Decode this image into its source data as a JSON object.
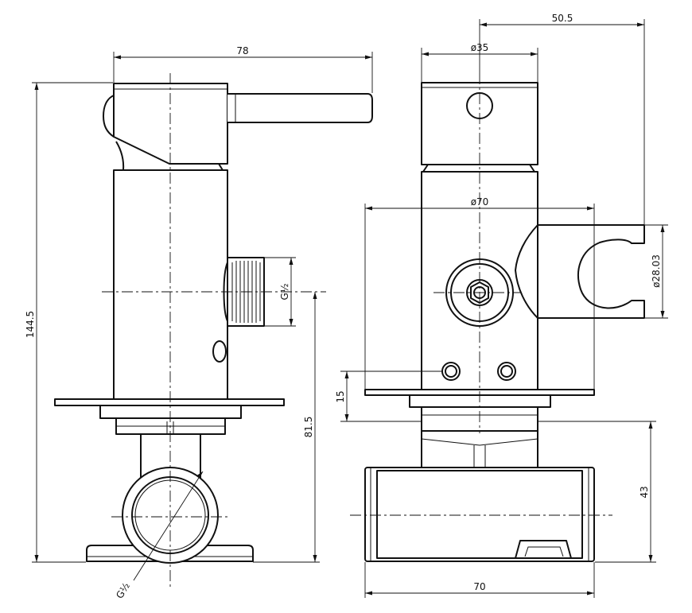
{
  "dimensions": {
    "width_side": "78",
    "height_total": "144.5",
    "thread_outlet": "G½",
    "thread_inlet": "G½",
    "height_lower": "81.5",
    "dia_handle": "ø35",
    "offset_holder": "50.5",
    "dia_plate": "ø70",
    "dia_holder": "ø28.03",
    "gap_15": "15",
    "height_body": "43",
    "width_body": "70"
  }
}
